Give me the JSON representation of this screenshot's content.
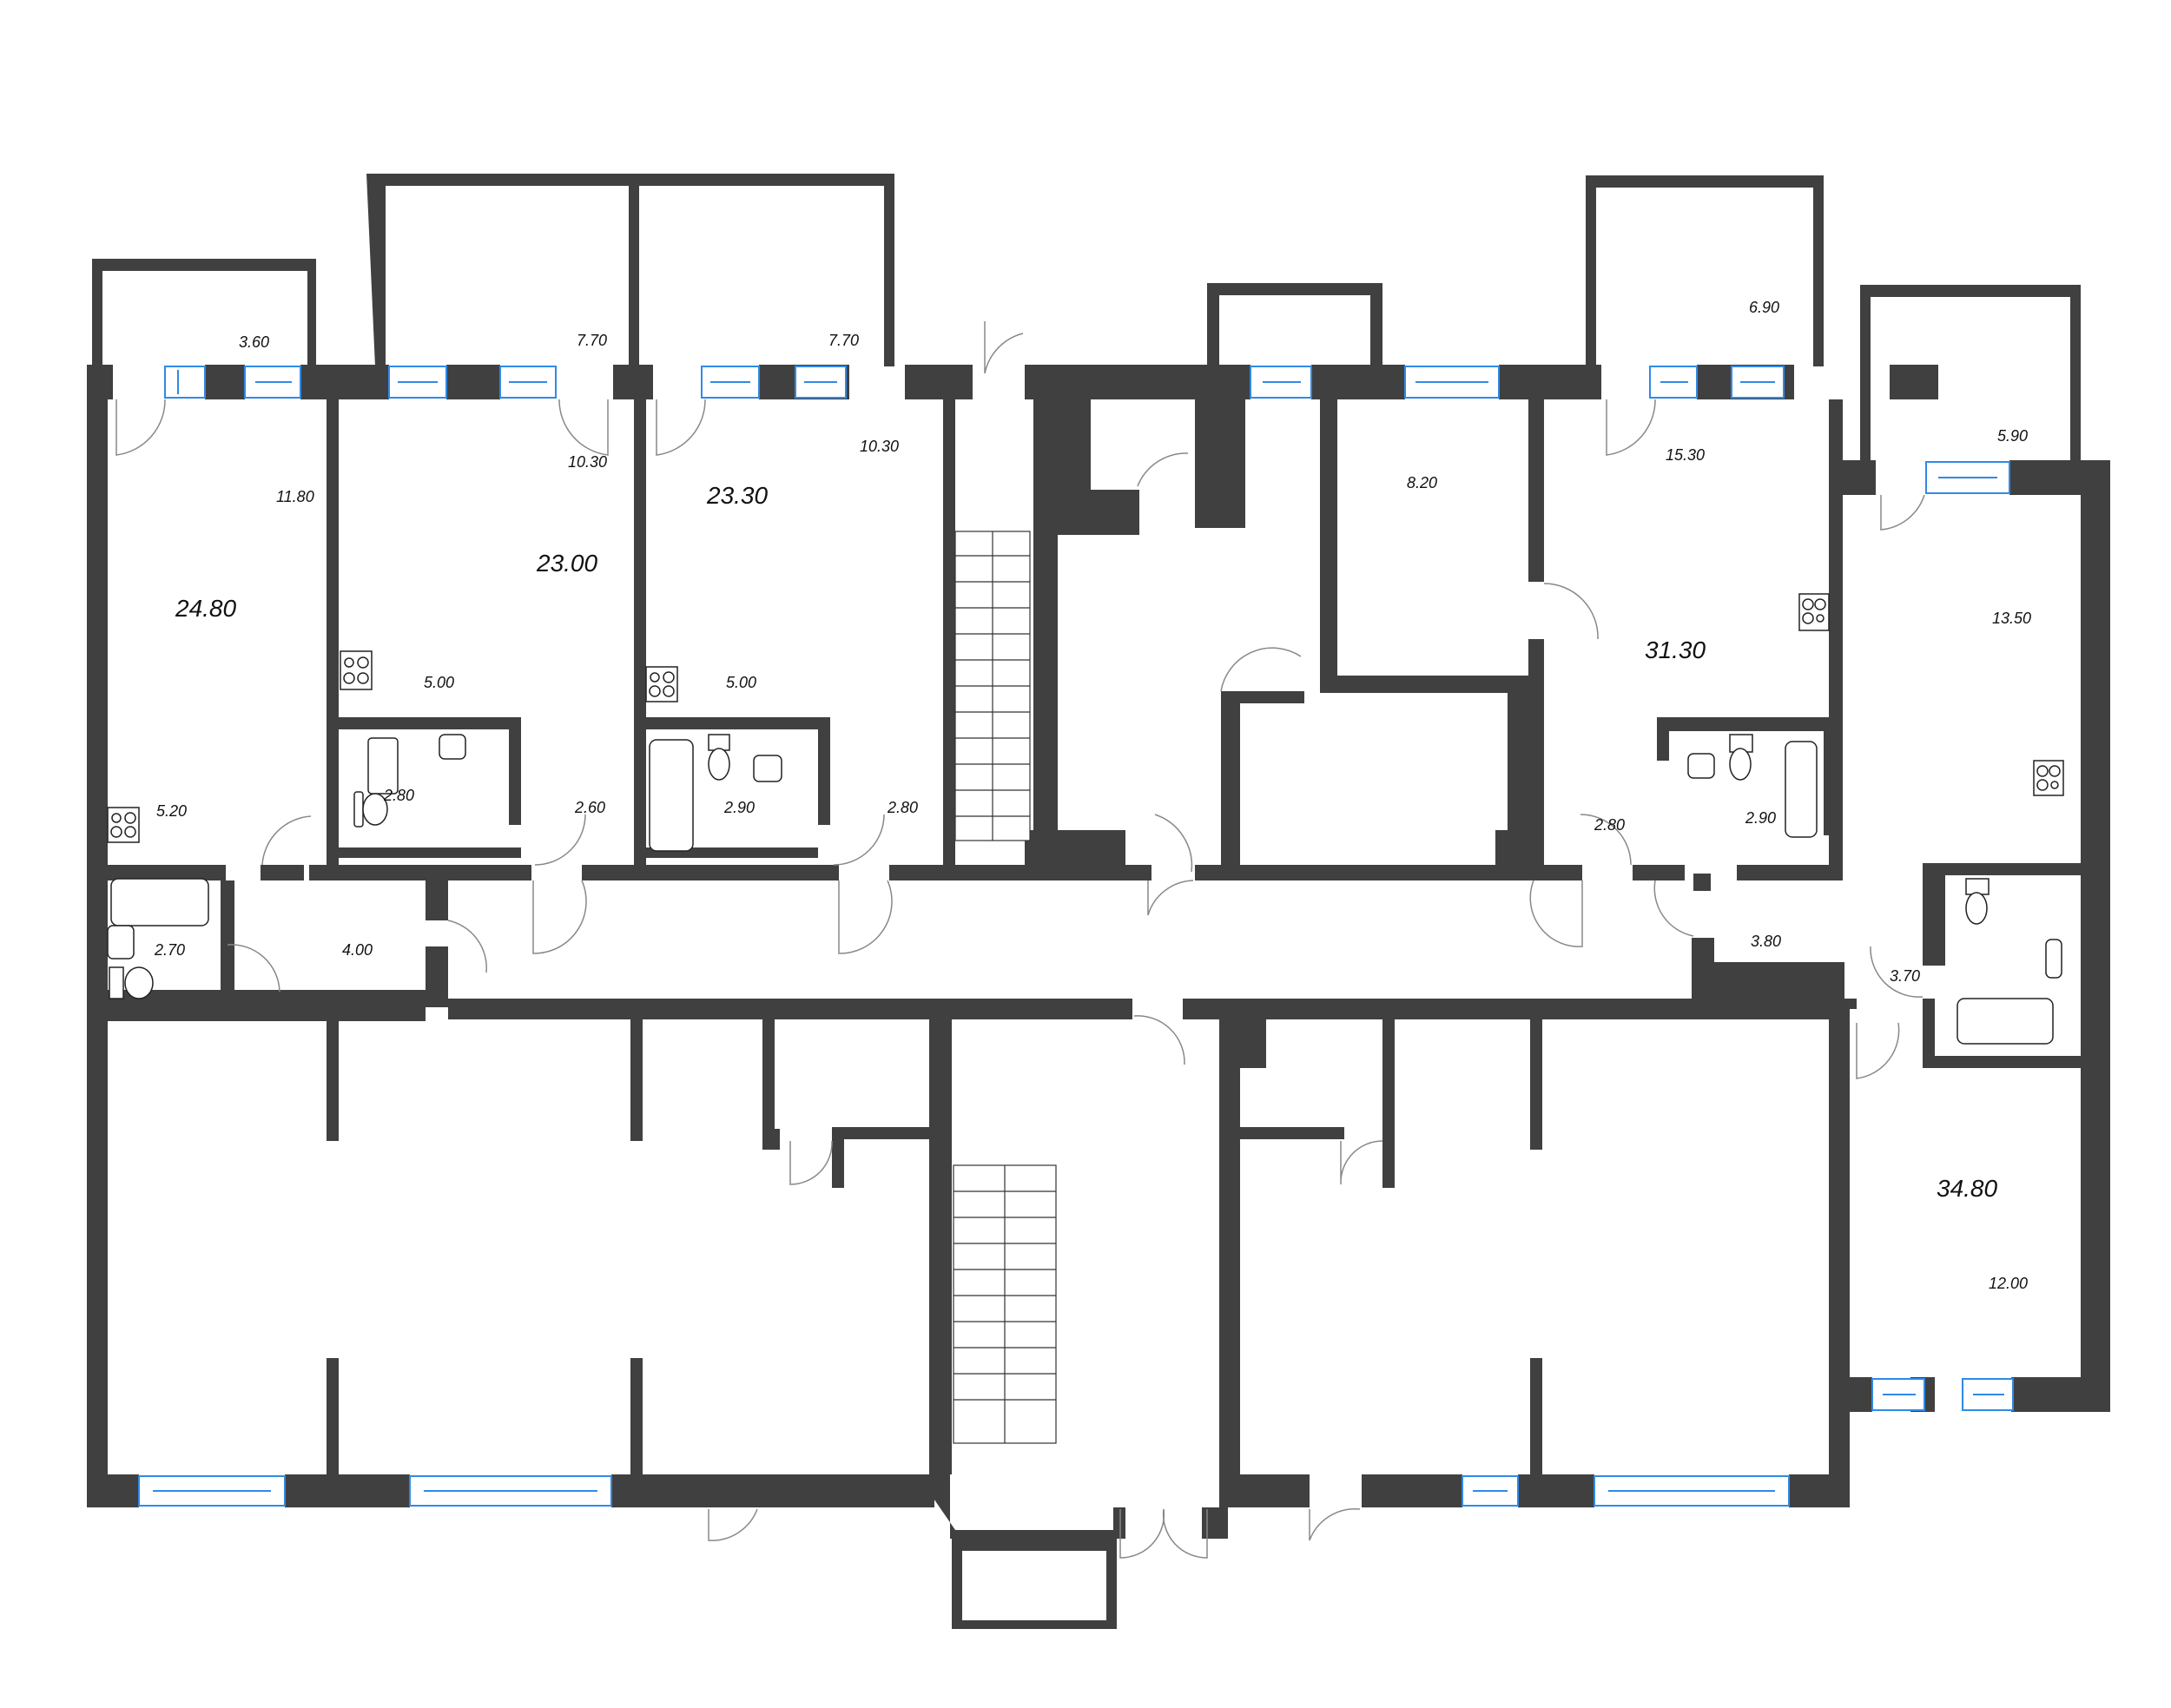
{
  "plan": {
    "colors": {
      "wall": "#404040",
      "window": "#2f8ae6",
      "background": "#ffffff"
    },
    "apartments": [
      {
        "id": "apt-1",
        "total": "24.80",
        "rooms": [
          "3.60",
          "11.80",
          "5.20",
          "2.70",
          "4.00"
        ]
      },
      {
        "id": "apt-2",
        "total": "23.00",
        "rooms": [
          "7.70",
          "10.30",
          "5.00",
          "2.80",
          "2.60"
        ]
      },
      {
        "id": "apt-3",
        "total": "23.30",
        "rooms": [
          "7.70",
          "10.30",
          "5.00",
          "2.90",
          "2.80"
        ]
      },
      {
        "id": "apt-4",
        "total": "31.30",
        "rooms": [
          "8.20",
          "6.90",
          "15.30",
          "2.80",
          "2.90"
        ]
      },
      {
        "id": "apt-5",
        "total": "34.80",
        "rooms": [
          "5.90",
          "13.50",
          "3.80",
          "3.70",
          "12.00"
        ]
      }
    ],
    "labels": {
      "a1_balcony": "3.60",
      "a1_room": "11.80",
      "a1_total": "24.80",
      "a1_kitchen": "5.20",
      "a1_bath": "2.70",
      "a1_hall": "4.00",
      "a2_balcony": "7.70",
      "a2_room": "10.30",
      "a2_total": "23.00",
      "a2_kitchen": "5.00",
      "a2_bath": "2.80",
      "a2_hall": "2.60",
      "a3_balcony": "7.70",
      "a3_room": "10.30",
      "a3_total": "23.30",
      "a3_kitchen": "5.00",
      "a3_bath": "2.90",
      "a3_hall": "2.80",
      "a4_room2": "8.20",
      "a4_balcony": "6.90",
      "a4_room": "15.30",
      "a4_total": "31.30",
      "a4_hall": "2.80",
      "a4_bath": "2.90",
      "a5_balcony": "5.90",
      "a5_kitchen": "13.50",
      "a5_hall": "3.80",
      "a5_bath": "3.70",
      "a5_total": "34.80",
      "a5_room": "12.00"
    }
  }
}
